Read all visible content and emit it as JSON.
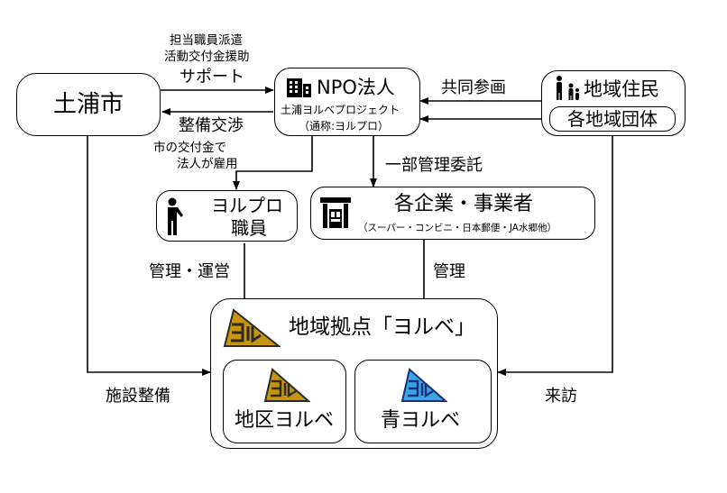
{
  "city": {
    "label": "土浦市"
  },
  "npo": {
    "title": "NPO法人",
    "project": "土浦ヨルベプロジェクト",
    "alias": "（通称:ヨルプロ）"
  },
  "residents": {
    "label": "地域住民",
    "groups": "各地域団体"
  },
  "staff": {
    "line1": "ヨルプロ",
    "line2": "職員"
  },
  "companies": {
    "title": "各企業・事業者",
    "sub": "（スーパー・コンビニ・日本郵便・JA水郷他）"
  },
  "hub": {
    "title": "地域拠点「ヨルベ」",
    "district": "地区ヨルベ",
    "blue": "青ヨルベ"
  },
  "flows": {
    "support_line1": "担当職員派遣",
    "support_line2": "活動交付金援助",
    "support": "サポート",
    "coordination": "整備交渉",
    "participation": "共同参画",
    "employ_line1": "市の交付金で",
    "employ_line2": "法人が雇用",
    "outsource": "一部管理委託",
    "management_ops": "管理・運営",
    "management": "管理",
    "facility": "施設整備",
    "visit": "来訪"
  },
  "colors": {
    "logo_gold": "#c8960c",
    "logo_dark": "#2b2b2b",
    "logo_blue": "#3aa6e8",
    "logo_navy": "#1c2f7a"
  }
}
